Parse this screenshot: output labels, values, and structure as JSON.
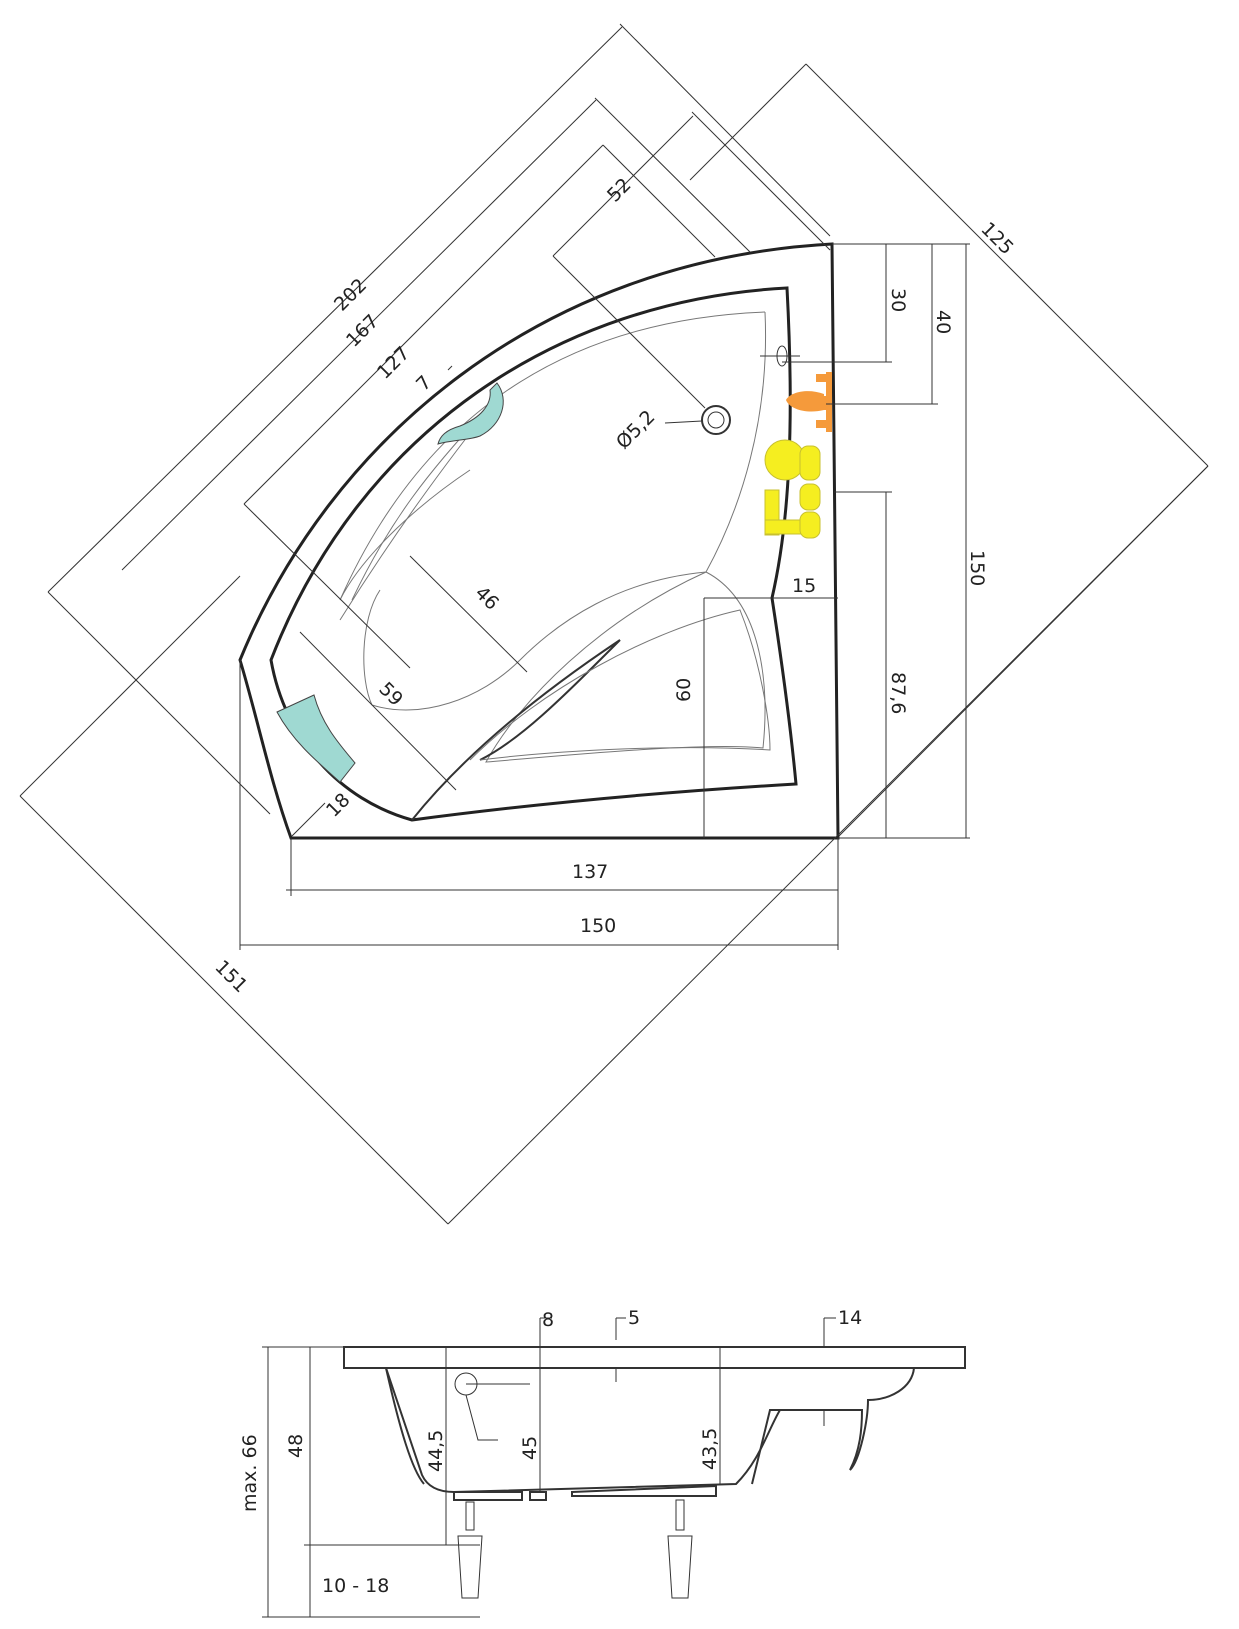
{
  "plan_view": {
    "dimensions": {
      "diag_202": "202",
      "diag_167": "167",
      "diag_127": "127",
      "diag_52": "52",
      "diag_7": "7",
      "diag_125": "125",
      "diag_151": "151",
      "right_30": "30",
      "right_40": "40",
      "right_150": "150",
      "right_15": "15",
      "right_87_6": "87,6",
      "inner_60": "60",
      "inner_46": "46",
      "inner_59": "59",
      "inner_18": "18",
      "drain_dia": "Ø5,2",
      "bottom_137": "137",
      "bottom_150": "150"
    },
    "colors": {
      "outline": "#222222",
      "headrest": "#9fd9d2",
      "faucet": "#f59a3b",
      "controls": "#f5ee20"
    }
  },
  "side_view": {
    "dimensions": {
      "top_8": "8",
      "top_5": "5",
      "top_14": "14",
      "max_66": "max. 66",
      "h_48": "48",
      "h_44_5": "44,5",
      "h_45": "45",
      "h_43_5": "43,5",
      "legs": "10 - 18"
    }
  }
}
